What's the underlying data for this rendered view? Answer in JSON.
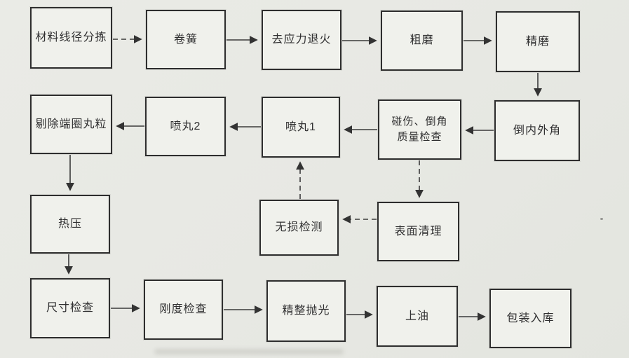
{
  "diagram": {
    "description_type": "process-flowchart",
    "language": "zh-CN"
  },
  "nodes": {
    "material_sorting": {
      "label": "材料线径分拣"
    },
    "coiling": {
      "label": "卷簧"
    },
    "stress_relief_annealing": {
      "label": "去应力退火"
    },
    "rough_grinding": {
      "label": "粗磨"
    },
    "fine_grinding": {
      "label": "精磨"
    },
    "chamfer_inner_outer": {
      "label": "倒内外角"
    },
    "damage_chamfer_check": {
      "label": "碰伤、倒角\n质量检查"
    },
    "shot_peening_1": {
      "label": "喷丸1"
    },
    "shot_peening_2": {
      "label": "喷丸2"
    },
    "remove_end_coil_shot": {
      "label": "剔除端圈丸粒"
    },
    "hot_pressing": {
      "label": "热压"
    },
    "ndt_testing": {
      "label": "无损检测"
    },
    "surface_cleaning": {
      "label": "表面清理"
    },
    "dimension_inspection": {
      "label": "尺寸检查"
    },
    "stiffness_inspection": {
      "label": "刚度检查"
    },
    "finish_polishing": {
      "label": "精整抛光"
    },
    "oiling": {
      "label": "上油"
    },
    "packing_warehousing": {
      "label": "包装入库"
    }
  },
  "edges": [
    {
      "from": "material_sorting",
      "to": "coiling",
      "style": "dashed",
      "direction": "right"
    },
    {
      "from": "coiling",
      "to": "stress_relief_annealing",
      "style": "solid",
      "direction": "right"
    },
    {
      "from": "stress_relief_annealing",
      "to": "rough_grinding",
      "style": "solid",
      "direction": "right"
    },
    {
      "from": "rough_grinding",
      "to": "fine_grinding",
      "style": "solid",
      "direction": "right"
    },
    {
      "from": "fine_grinding",
      "to": "chamfer_inner_outer",
      "style": "solid",
      "direction": "down"
    },
    {
      "from": "chamfer_inner_outer",
      "to": "damage_chamfer_check",
      "style": "solid",
      "direction": "left"
    },
    {
      "from": "damage_chamfer_check",
      "to": "shot_peening_1",
      "style": "solid",
      "direction": "left"
    },
    {
      "from": "shot_peening_1",
      "to": "shot_peening_2",
      "style": "solid",
      "direction": "left"
    },
    {
      "from": "shot_peening_2",
      "to": "remove_end_coil_shot",
      "style": "solid",
      "direction": "left"
    },
    {
      "from": "remove_end_coil_shot",
      "to": "hot_pressing",
      "style": "solid",
      "direction": "down"
    },
    {
      "from": "hot_pressing",
      "to": "dimension_inspection",
      "style": "solid",
      "direction": "down"
    },
    {
      "from": "dimension_inspection",
      "to": "stiffness_inspection",
      "style": "solid",
      "direction": "right"
    },
    {
      "from": "stiffness_inspection",
      "to": "finish_polishing",
      "style": "solid",
      "direction": "right"
    },
    {
      "from": "finish_polishing",
      "to": "oiling",
      "style": "solid",
      "direction": "right"
    },
    {
      "from": "oiling",
      "to": "packing_warehousing",
      "style": "solid",
      "direction": "right"
    },
    {
      "from": "damage_chamfer_check",
      "to": "surface_cleaning",
      "style": "dashed",
      "direction": "down"
    },
    {
      "from": "surface_cleaning",
      "to": "ndt_testing",
      "style": "dashed",
      "direction": "left"
    },
    {
      "from": "ndt_testing",
      "to": "shot_peening_1",
      "style": "dashed",
      "direction": "up"
    }
  ],
  "colors": {
    "paper": "#e8e9e4",
    "box_fill": "#f0f1ec",
    "box_border": "#2e2e2e",
    "line": "#3a3a3a",
    "text": "#2f2f30"
  }
}
